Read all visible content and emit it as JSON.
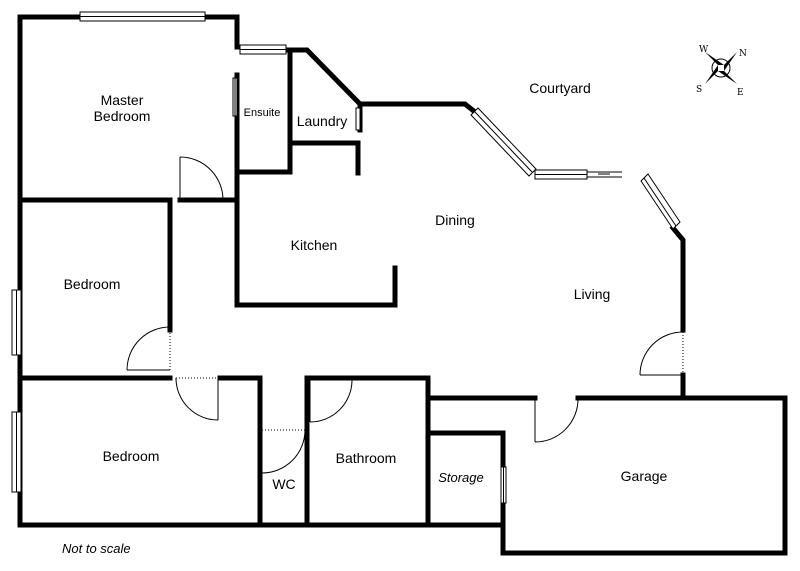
{
  "rooms": {
    "master_line1": "Master",
    "master_line2": "Bedroom",
    "ensuite": "Ensuite",
    "laundry": "Laundry",
    "courtyard": "Courtyard",
    "kitchen": "Kitchen",
    "dining": "Dining",
    "living": "Living",
    "bedroom2": "Bedroom",
    "bedroom3": "Bedroom",
    "wc": "WC",
    "bathroom": "Bathroom",
    "storage": "Storage",
    "garage": "Garage"
  },
  "note": "Not to scale",
  "compass": {
    "n": "N",
    "e": "E",
    "s": "S",
    "w": "W"
  }
}
